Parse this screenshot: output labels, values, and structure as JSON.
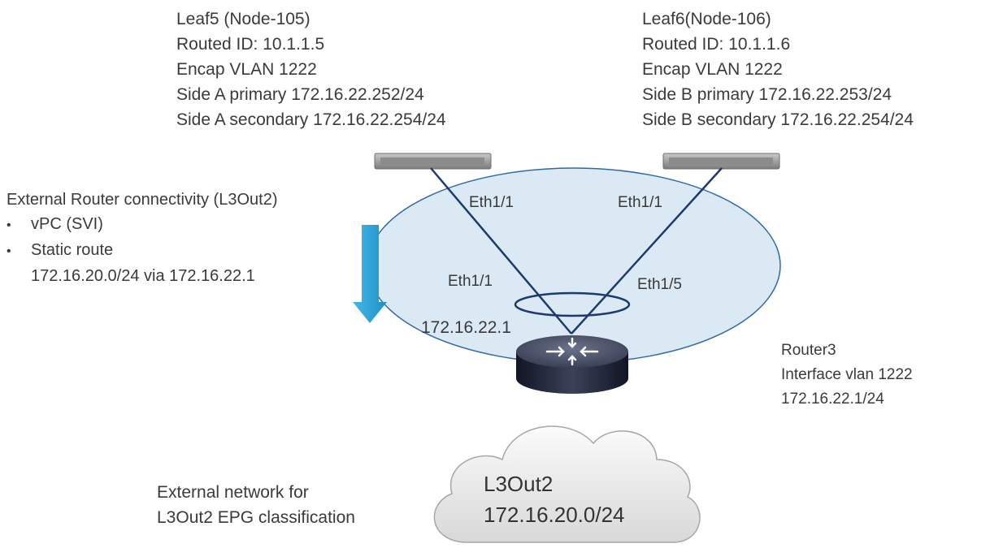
{
  "leaf5": {
    "lines": [
      "Leaf5 (Node-105)",
      "Routed ID: 10.1.1.5",
      "Encap VLAN 1222",
      "Side A primary 172.16.22.252/24",
      "Side A secondary 172.16.22.254/24"
    ]
  },
  "leaf6": {
    "lines": [
      "Leaf6(Node-106)",
      "Routed ID: 10.1.1.6",
      "Encap VLAN 1222",
      "Side B primary 172.16.22.253/24",
      "Side B secondary 172.16.22.254/24"
    ]
  },
  "connectivity": {
    "title": "External Router connectivity (L3Out2)",
    "bullet_symbol": "•",
    "bullets": [
      "vPC (SVI)",
      "Static route"
    ],
    "route": "172.16.20.0/24 via 172.16.22.1"
  },
  "links": {
    "leaf5_eth": "Eth1/1",
    "leaf6_eth": "Eth1/1",
    "router_eth_left": "Eth1/1",
    "router_eth_right": "Eth1/5",
    "router_ip": "172.16.22.1"
  },
  "router3": {
    "lines": [
      "Router3",
      "Interface vlan 1222",
      "172.16.22.1/24"
    ]
  },
  "external": {
    "lines": [
      "External network for",
      "L3Out2 EPG classification"
    ]
  },
  "cloud": {
    "name": "L3Out2",
    "subnet": "172.16.20.0/24"
  },
  "colors": {
    "ellipse_fill": "#dbe9f5",
    "ellipse_stroke": "#2f6aa8",
    "arrow": "#2fa6dd",
    "link": "#1d3a6e",
    "switch": "#9a9a9a",
    "router_top": "#4d546a",
    "router_side": "#1e2233"
  }
}
